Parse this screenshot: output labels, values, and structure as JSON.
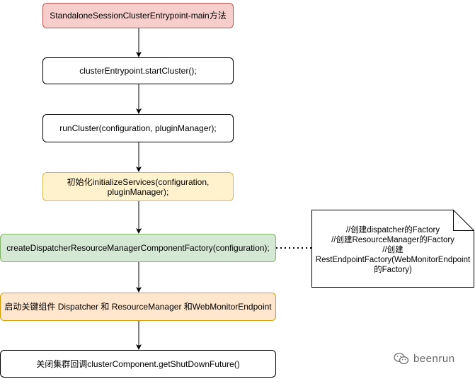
{
  "flow": {
    "step1": "StandaloneSessionClusterEntrypoint-main方法",
    "step2": "clusterEntrypoint.startCluster();",
    "step3": "runCluster(configuration, pluginManager);",
    "step4_line1": "初始化initializeServices(configuration,",
    "step4_line2": "pluginManager);",
    "step5": "createDispatcherResourceManagerComponentFactory(configuration);",
    "step6": "启动关键组件 Dispatcher 和 ResourceManager 和WebMonitorEndpoint",
    "step7": "关闭集群回调clusterComponent.getShutDownFuture()"
  },
  "note": {
    "line1": "//创建dispatcher的Factory",
    "line2": "//创建ResourceManager的Factory",
    "line3": "//创建",
    "line4": "RestEndpointFactory(WebMonitorEndpoint",
    "line5": "的Factory)"
  },
  "watermark": {
    "text": "beenrun"
  },
  "colors": {
    "red_fill": "#f8cecc",
    "yellow_fill": "#fff2cc",
    "green_fill": "#d5e8d4",
    "orange_fill": "#ffe6cc"
  }
}
